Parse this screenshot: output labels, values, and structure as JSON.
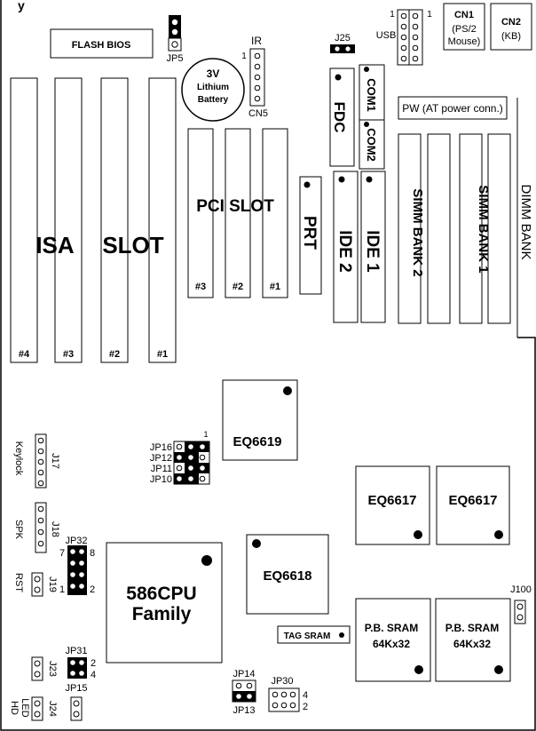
{
  "corner_fragment": "y",
  "flash_bios": "FLASH BIOS",
  "battery": {
    "line1": "3V",
    "line2": "Lithium",
    "line3": "Battery"
  },
  "ir": {
    "label": "IR",
    "pin": "1",
    "connector": "CN5"
  },
  "jp5": "JP5",
  "j25": "J25",
  "usb": {
    "label": "USB",
    "pin_left": "1",
    "pin_right": "1"
  },
  "cn1": {
    "label": "CN1",
    "line1": "(PS/2",
    "line2": "Mouse)"
  },
  "cn2": {
    "label": "CN2",
    "line1": "(KB)"
  },
  "fdc": "FDC",
  "com1": "COM1",
  "com2": "COM2",
  "pw": "PW (AT power conn.)",
  "pci": {
    "title": "PCI SLOT",
    "slots": [
      "#3",
      "#2",
      "#1"
    ]
  },
  "prt": "PRT",
  "ide2": "IDE 2",
  "ide1": "IDE 1",
  "simm2": "SIMM BANK 2",
  "simm1": "SIMM BANK 1",
  "dimm": "DIMM BANK",
  "isa": {
    "title_a": "ISA",
    "title_b": "SLOT",
    "slots": [
      "#4",
      "#3",
      "#2",
      "#1"
    ]
  },
  "eq6619": "EQ6619",
  "eq6617a": "EQ6617",
  "eq6617b": "EQ6617",
  "eq6618": "EQ6618",
  "jumpers_mid": {
    "pin": "1",
    "jp16": "JP16",
    "jp12": "JP12",
    "jp11": "JP11",
    "jp10": "JP10"
  },
  "keylock": {
    "label": "Keylock",
    "j": "J17"
  },
  "spk": {
    "label": "SPK",
    "j": "J18"
  },
  "jp32": {
    "label": "JP32",
    "n7": "7",
    "n8": "8",
    "n1": "1",
    "n2": "2"
  },
  "rst": {
    "label": "RST",
    "j": "J19"
  },
  "cpu": {
    "line1": "586CPU",
    "line2": "Family"
  },
  "jp31": {
    "label": "JP31",
    "n2": "2",
    "n4": "4"
  },
  "j23": "J23",
  "jp15": "JP15",
  "hdled": {
    "l1": "HD",
    "l2": "LED",
    "j": "J24"
  },
  "jp14": "JP14",
  "jp13": "JP13",
  "jp30": {
    "label": "JP30",
    "n4": "4",
    "n2": "2"
  },
  "tag_sram": "TAG SRAM",
  "sram1": {
    "line1": "P.B. SRAM",
    "line2": "64Kx32"
  },
  "sram2": {
    "line1": "P.B. SRAM",
    "line2": "64Kx32"
  },
  "j100": "J100"
}
